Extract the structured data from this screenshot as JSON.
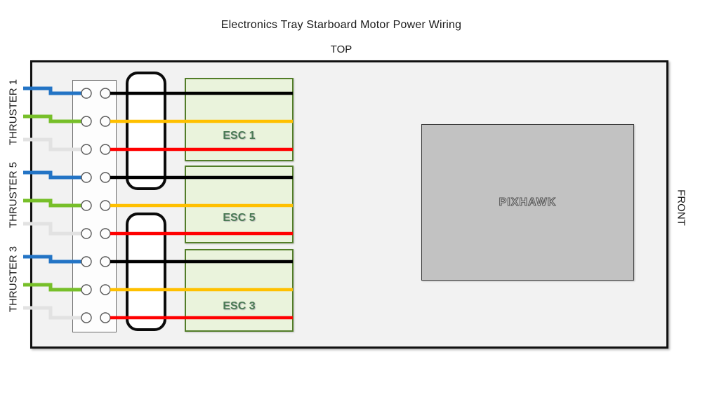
{
  "title": "Electronics Tray Starboard Motor Power Wiring",
  "orientation_labels": {
    "top": "TOP",
    "front": "FRONT"
  },
  "thrusters": [
    {
      "label": "THRUSTER 1"
    },
    {
      "label": "THRUSTER 5"
    },
    {
      "label": "THRUSTER 3"
    }
  ],
  "escs": [
    {
      "label": "ESC 1"
    },
    {
      "label": "ESC 5"
    },
    {
      "label": "ESC 3"
    }
  ],
  "pixhawk_label": "PIXHAWK",
  "wire_colors": {
    "blue": "#2374c5",
    "green": "#77bf29",
    "white": "#e2e2e2",
    "black": "#000000",
    "orange": "#ffc000",
    "red": "#ff0000"
  },
  "wiring_rows": [
    {
      "thruster": "THRUSTER 1",
      "esc": "ESC 1",
      "input_wire": "blue",
      "output_wire": "black"
    },
    {
      "thruster": "THRUSTER 1",
      "esc": "ESC 1",
      "input_wire": "green",
      "output_wire": "orange"
    },
    {
      "thruster": "THRUSTER 1",
      "esc": "ESC 1",
      "input_wire": "white",
      "output_wire": "red"
    },
    {
      "thruster": "THRUSTER 5",
      "esc": "ESC 5",
      "input_wire": "blue",
      "output_wire": "black"
    },
    {
      "thruster": "THRUSTER 5",
      "esc": "ESC 5",
      "input_wire": "green",
      "output_wire": "orange"
    },
    {
      "thruster": "THRUSTER 5",
      "esc": "ESC 5",
      "input_wire": "white",
      "output_wire": "red"
    },
    {
      "thruster": "THRUSTER 3",
      "esc": "ESC 3",
      "input_wire": "blue",
      "output_wire": "black"
    },
    {
      "thruster": "THRUSTER 3",
      "esc": "ESC 3",
      "input_wire": "green",
      "output_wire": "orange"
    },
    {
      "thruster": "THRUSTER 3",
      "esc": "ESC 3",
      "input_wire": "white",
      "output_wire": "red"
    }
  ]
}
